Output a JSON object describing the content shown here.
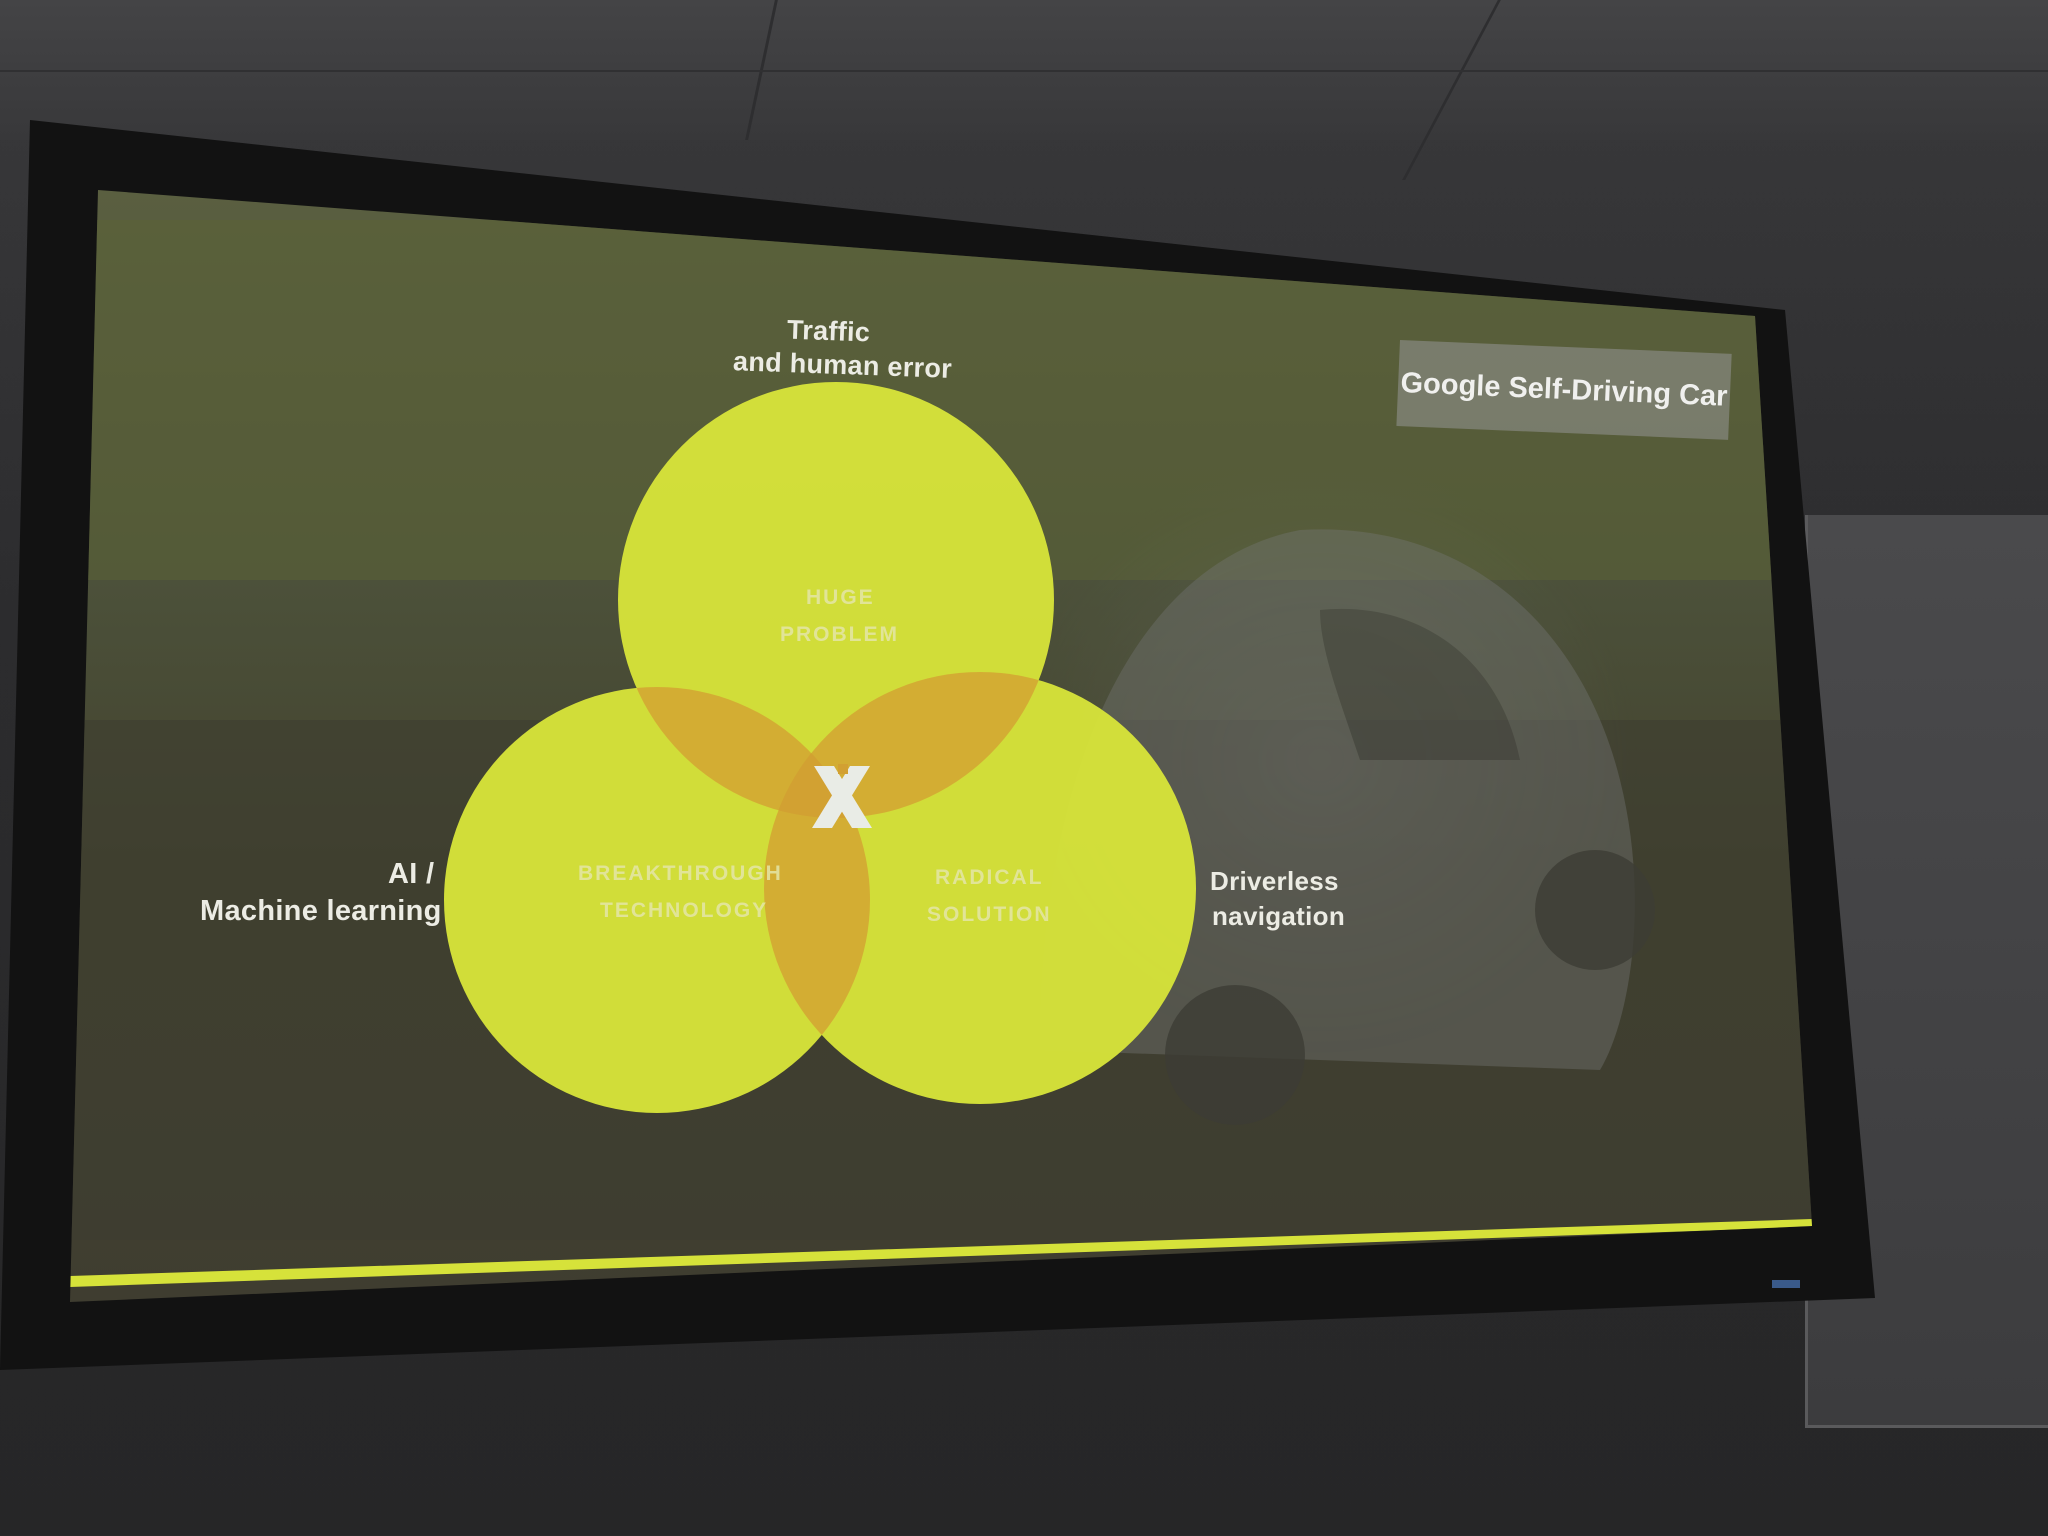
{
  "slide": {
    "brand_label": "Google Self-Driving Car",
    "top_label_line1": "Traffic",
    "top_label_line2": "and human error",
    "left_label_line1": "AI /",
    "left_label_line2": "Machine learning",
    "right_label_line1": "Driverless",
    "right_label_line2": "navigation",
    "venn": {
      "top_line1": "HUGE",
      "top_line2": "PROBLEM",
      "left_line1": "BREAKTHROUGH",
      "left_line2": "TECHNOLOGY",
      "right_line1": "RADICAL",
      "right_line2": "SOLUTION"
    },
    "center_logo_icon": "x-logo-icon"
  },
  "colors": {
    "circle_yellow": "#d6e23a",
    "overlap_orange": "#d2a032",
    "accent_line": "#d6e23a",
    "slide_background": "#4a4c36"
  }
}
